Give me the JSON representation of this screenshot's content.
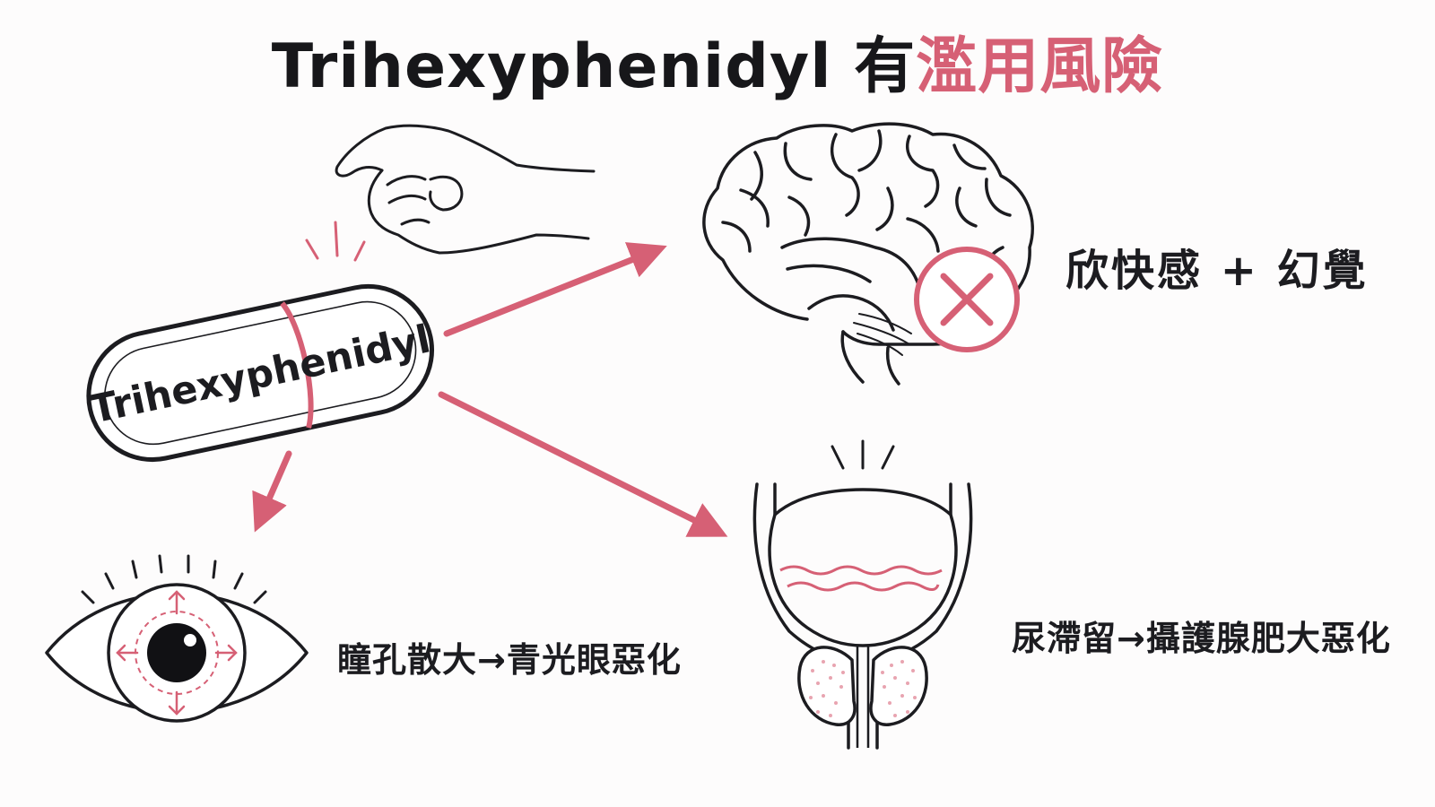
{
  "title": {
    "prefix": "Trihexyphenidyl 有",
    "highlight": "濫用風險"
  },
  "pill": {
    "label": "Trihexyphenidyl"
  },
  "effects": {
    "brain": "欣快感 + 幻覺",
    "eye": "瞳孔散大→青光眼惡化",
    "bladder": "尿滯留→攝護腺肥大惡化"
  },
  "colors": {
    "accent": "#d66075",
    "ink": "#1c1c20",
    "background": "#fdfcfc",
    "dots": "#e8a4b0"
  },
  "icons": [
    "hand-icon",
    "pill-icon",
    "brain-icon",
    "cross-icon",
    "eye-icon",
    "bladder-icon",
    "arrow-icon"
  ]
}
